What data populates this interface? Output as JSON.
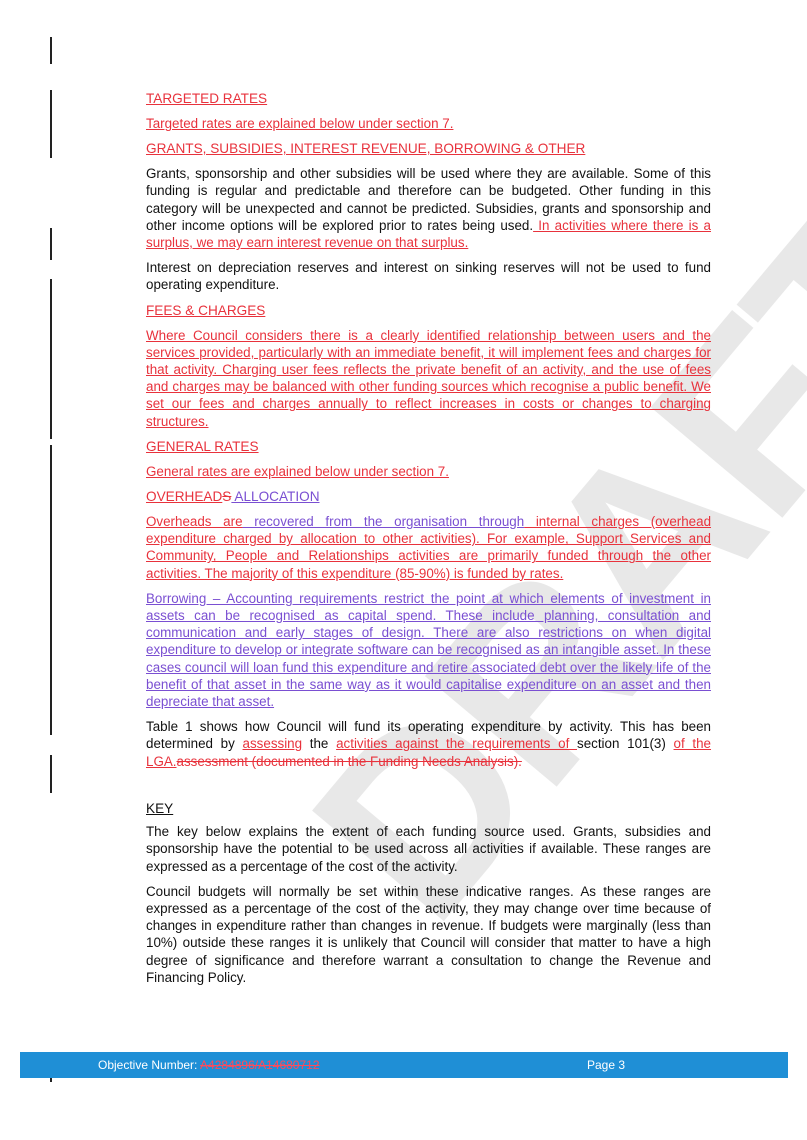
{
  "sections": {
    "targeted_rates": {
      "heading": "TARGETED RATES",
      "body": "Targeted rates are explained below under section 7."
    },
    "grants": {
      "heading": "GRANTS, SUBSIDIES, INTEREST REVENUE, BORROWING & OTHER",
      "body_main": "Grants, sponsorship and other subsidies will be used where they are available. Some of this funding is regular and predictable and therefore can be budgeted. Other funding in this category will be unexpected and cannot be predicted. Subsidies, grants and sponsorship and other income options will be explored prior to rates being used.",
      "body_added": " In activities where there is a surplus, we may earn interest revenue on that surplus.",
      "body_interest": "Interest on depreciation reserves and interest on sinking reserves will not be used to fund operating expenditure."
    },
    "fees": {
      "heading": "FEES & CHARGES",
      "body": "Where Council considers there is a clearly identified relationship between users and the services provided, particularly with an immediate benefit, it will implement fees and charges for that activity. Charging user fees reflects the private benefit of an activity, and the use of fees and charges may be balanced with other funding sources which recognise a public benefit. We set our fees and charges annually to reflect increases in costs or changes to charging structures."
    },
    "general_rates": {
      "heading": "GENERAL RATES",
      "body": "General rates are explained below under section 7."
    },
    "overheads": {
      "heading_a": "OVERHEAD",
      "heading_s": "S",
      "heading_b": " ALLOCATION",
      "body_a": "Overheads are",
      "body_b": " recovered from the organisation through",
      "body_c": " internal charges (overhead expenditure charged by allocation to other activities). For example, Support Services and Community, People and Relationships activities are primarily funded through the other activities. The majority of this expenditure (85-90%) is funded by rates.",
      "borrowing": "Borrowing – Accounting requirements restrict the point at which elements of investment in assets can be recognised as capital spend.  These include planning, consultation and communication and early stages of design.  There are also restrictions on when digital expenditure to develop or integrate software can be recognised as an intangible asset.  In these cases council will loan fund this expenditure and retire associated debt over the likely life of the benefit of that asset in the same way as it would capitalise expenditure on an asset and then depreciate that asset."
    },
    "table1": {
      "t1": "Table 1 shows how Council will fund its operating expenditure by activity. This has been determined by ",
      "t2": "assessing",
      "t3": " the ",
      "t4": "activities against the requirements of ",
      "t5": "section 101(3) ",
      "t6": "of the LGA.",
      "t7": "assessment (documented in the Funding Needs Analysis)."
    },
    "key": {
      "heading": "KEY",
      "p1": "The key below explains the extent of each funding source used. Grants, subsidies and sponsorship have the potential to be used across all activities if available. These ranges are expressed as a percentage of the cost of the activity.",
      "p2": "Council budgets will normally be set within these indicative ranges. As these ranges are expressed as a percentage of the cost of the activity, they may change over time because of changes in expenditure rather than changes in revenue. If budgets were marginally (less than 10%) outside these ranges it is unlikely that Council will consider that matter to have a high degree of significance and therefore warrant a consultation to change the Revenue and Financing Policy."
    }
  },
  "watermark": "DRAFT",
  "footer": {
    "objective_label": "Objective Number: ",
    "objective_number": "A4284896/A14680712",
    "page": "Page 3"
  }
}
